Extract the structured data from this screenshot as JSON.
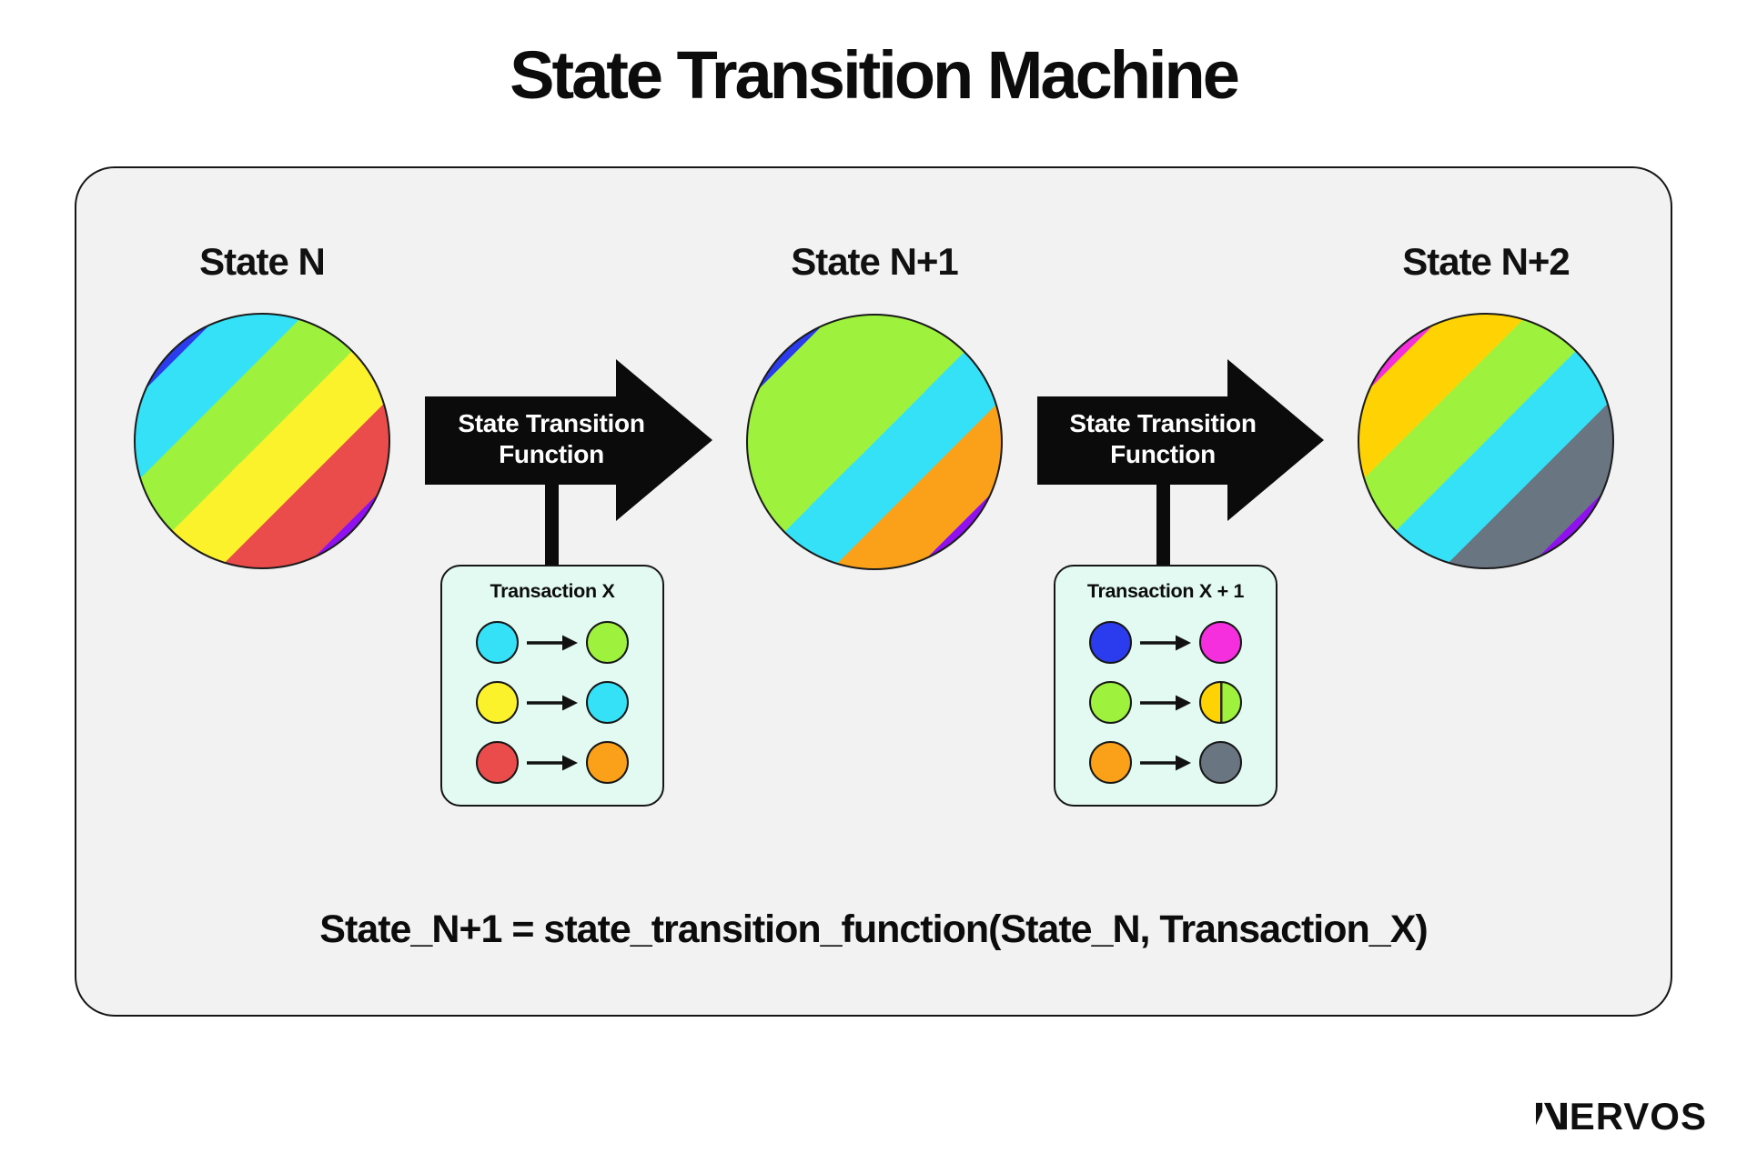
{
  "title": "State Transition Machine",
  "palette": {
    "blue": "#2b3cef",
    "cyan": "#35e1f7",
    "lime": "#9ef23e",
    "yellow": "#fbf22b",
    "red": "#ea4c4b",
    "purple": "#8f11f0",
    "orange": "#fba119",
    "magenta": "#f52fde",
    "gold": "#ffd303",
    "gray": "#6a7582",
    "arrow_black": "#0b0b0b",
    "panel_gray": "#f2f2f2",
    "tx_box_mint": "#e2faf2"
  },
  "states": [
    {
      "label": "State N",
      "stripes": [
        "blue",
        "cyan",
        "lime",
        "yellow",
        "red",
        "purple"
      ],
      "stripe_widths": [
        1,
        1,
        1,
        1,
        1,
        1
      ]
    },
    {
      "label": "State N+1",
      "stripes": [
        "blue",
        "lime",
        "cyan",
        "orange",
        "purple"
      ],
      "stripe_widths": [
        1,
        2,
        1,
        1,
        1
      ]
    },
    {
      "label": "State N+2",
      "stripes": [
        "magenta",
        "gold",
        "lime",
        "cyan",
        "gray",
        "purple"
      ],
      "stripe_widths": [
        1,
        1,
        1,
        1,
        1,
        1
      ]
    }
  ],
  "arrows": [
    {
      "line1": "State Transition",
      "line2": "Function"
    },
    {
      "line1": "State Transition",
      "line2": "Function"
    }
  ],
  "transactions": [
    {
      "title": "Transaction X",
      "rows": [
        {
          "from": "cyan",
          "to": "lime"
        },
        {
          "from": "yellow",
          "to": "cyan"
        },
        {
          "from": "red",
          "to": "orange"
        }
      ]
    },
    {
      "title": "Transaction X + 1",
      "rows": [
        {
          "from": "blue",
          "to": "magenta"
        },
        {
          "from": "lime",
          "to": "gold|lime"
        },
        {
          "from": "orange",
          "to": "gray"
        }
      ]
    }
  ],
  "formula": "State_N+1 = state_transition_function(State_N, Transaction_X)",
  "logo": {
    "brand": "NERVOS",
    "wordmark_rest": "ERVOS"
  }
}
